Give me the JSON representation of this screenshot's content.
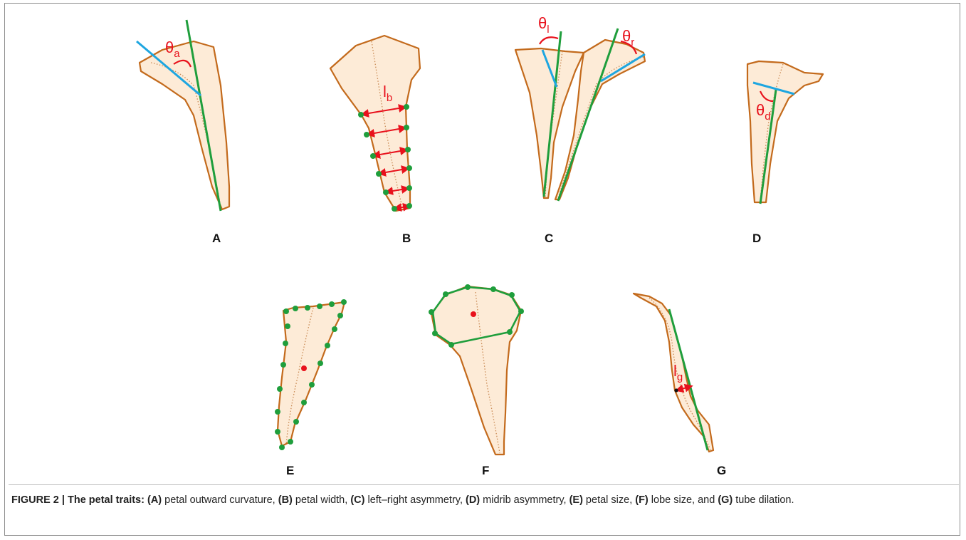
{
  "panels": {
    "A": {
      "letter": "A",
      "symbol": "θ",
      "sub": "a"
    },
    "B": {
      "letter": "B",
      "symbol": "l",
      "sub": "b"
    },
    "C": {
      "letter": "C",
      "symbol_left": "θ",
      "sub_left": "l",
      "symbol_right": "θ",
      "sub_right": "r"
    },
    "D": {
      "letter": "D",
      "symbol": "θ",
      "sub": "d"
    },
    "E": {
      "letter": "E"
    },
    "F": {
      "letter": "F"
    },
    "G": {
      "letter": "G",
      "symbol": "l",
      "sub": "g"
    }
  },
  "caption": {
    "figure_label": "FIGURE 2 | The petal traits:",
    "items": [
      {
        "key": "(A)",
        "text": " petal outward curvature, "
      },
      {
        "key": "(B)",
        "text": " petal width, "
      },
      {
        "key": "(C)",
        "text": " left–right asymmetry, "
      },
      {
        "key": "(D)",
        "text": " midrib asymmetry, "
      },
      {
        "key": "(E)",
        "text": " petal size, "
      },
      {
        "key": "(F)",
        "text": " lobe size, and "
      },
      {
        "key": "(G)",
        "text": " tube dilation."
      }
    ]
  },
  "colors": {
    "petal_fill": "#fdebd7",
    "petal_outline": "#c36a1c",
    "green": "#1f9e3c",
    "blue": "#1ea6e0",
    "red": "#e8111c"
  }
}
